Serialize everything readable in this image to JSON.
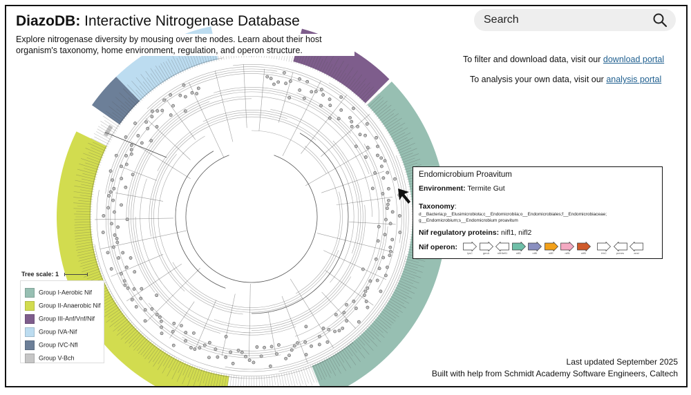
{
  "header": {
    "title_bold": "DiazoDB:",
    "title_rest": " Interactive Nitrogenase Database",
    "description": "Explore nitrogenase diversity by mousing over the nodes. Learn about their host organism's taxonomy, home environment, regulation, and operon structure."
  },
  "search": {
    "label": "Search",
    "icon": "magnifier-icon"
  },
  "portals": {
    "download_prefix": "To filter and download data, visit our ",
    "download_link": "download portal",
    "analysis_prefix": "To analysis your own data, visit our ",
    "analysis_link": "analysis portal"
  },
  "tree": {
    "scale_label": "Tree scale: 1",
    "groups": [
      {
        "name": "Group I-Aerobic Nif",
        "color": "#97bfb2"
      },
      {
        "name": "Group II-Anaerobic Nif",
        "color": "#d2dc4f"
      },
      {
        "name": "Group III-Anf/Vnf/Nif",
        "color": "#7e5d8c"
      },
      {
        "name": "Group IVA-Nif",
        "color": "#bcdcf0"
      },
      {
        "name": "Group IVC-Nfl",
        "color": "#6c7f98"
      },
      {
        "name": "Group V-Bch",
        "color": "#c6c6c6"
      }
    ]
  },
  "tooltip": {
    "organism": "Endomicrobium Proavitum",
    "environment_label": "Environment:",
    "environment_value": " Termite Gut",
    "taxonomy_label": "Taxonomy",
    "taxonomy_value": "d__Bacteria;p__Elusimicrobiota;c__Endomicrobiia;o__Endomicrobiales;f__Endomicrobiaceae; g__Endomicrobium;s__Endomicrobium proavitum",
    "regulatory_label": "Nif regulatory proteins:",
    "regulatory_value": " nifl1, nifl2",
    "operon_label": "Nif operon:",
    "genes": [
      {
        "name": "lysC",
        "color": "#ffffff",
        "dir": "right"
      },
      {
        "name": "genA",
        "color": "#ffffff",
        "dir": "right"
      },
      {
        "name": "nifHlefl1",
        "color": "#ffffff",
        "dir": "left"
      },
      {
        "name": "nifD",
        "color": "#6fbfa8",
        "dir": "right"
      },
      {
        "name": "nifK",
        "color": "#8a8fc0",
        "dir": "right"
      },
      {
        "name": "nifE",
        "color": "#f3a11a",
        "dir": "right"
      },
      {
        "name": "nifN",
        "color": "#f4a9c2",
        "dir": "right"
      },
      {
        "name": "nifB",
        "color": "#cf5a2a",
        "dir": "right"
      },
      {
        "name": "frbC",
        "color": "#ffffff",
        "dir": "right"
      },
      {
        "name": "preres",
        "color": "#ffffff",
        "dir": "left"
      },
      {
        "name": "ansl",
        "color": "#ffffff",
        "dir": "left"
      }
    ]
  },
  "footer": {
    "updated": "Last updated September 2025",
    "credits": "Built with help from Schmidt Academy Software Engineers, Caltech"
  }
}
